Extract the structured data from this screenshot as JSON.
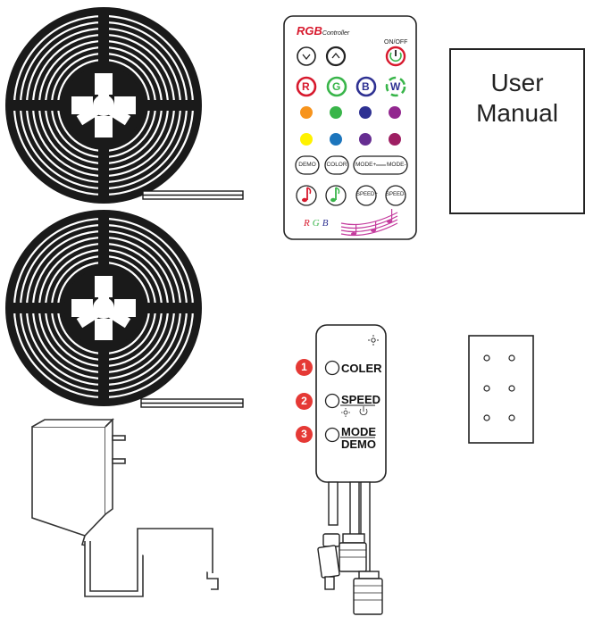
{
  "remote": {
    "brand_rgb": "RGB",
    "brand_controller": "Controller",
    "onoff": "ON/OFF",
    "btn_r": "R",
    "btn_g": "G",
    "btn_b": "B",
    "btn_w": "W",
    "demo": "DEMO",
    "color": "COLOR",
    "mode_plus": "MODE+",
    "mode_minus": "MODE-",
    "speed_plus": "SPEED+",
    "speed_minus": "SPEED-",
    "footer_r": "R",
    "footer_g": "G",
    "footer_b": "B",
    "color_row1": [
      "#f7941d",
      "#39b54a",
      "#2e3192",
      "#92278f"
    ],
    "color_row2": [
      "#fff200",
      "#1c75bc",
      "#662d91",
      "#9e1f63"
    ]
  },
  "manual": {
    "line1": "User",
    "line2": "Manual"
  },
  "controller": {
    "label1": "COLER",
    "label2": "SPEED",
    "label3_top": "MODE",
    "label3_bottom": "DEMO",
    "badge1": "1",
    "badge2": "2",
    "badge3": "3"
  },
  "colors": {
    "badge": "#e53935",
    "strip": "#1a1a1a"
  }
}
